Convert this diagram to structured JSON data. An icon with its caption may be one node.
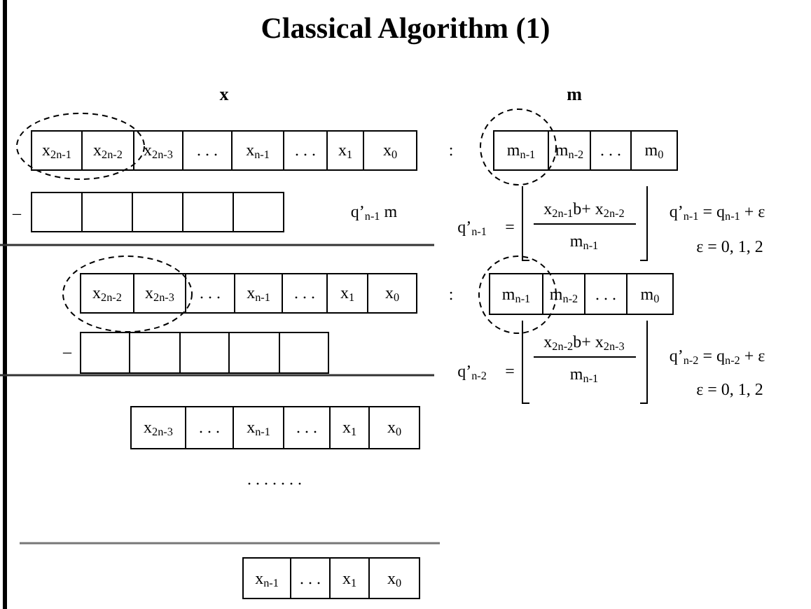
{
  "diagram": {
    "title": "Classical Algorithm (1)",
    "nodes": [
      {
        "text": [
          "x$_{2n-1}$"
        ]
      },
      {
        "text": [
          "x$_{2n-2}$"
        ]
      },
      {
        "text": [
          "x$_{2n-3}$"
        ]
      },
      {
        "text": [
          ". . ."
        ]
      },
      {
        "text": [
          "x$_{n-1}$"
        ]
      },
      {
        "text": [
          ". . ."
        ]
      },
      {
        "text": [
          "x$_{1}$"
        ]
      },
      {
        "text": [
          "x$_{0}$"
        ]
      },
      {
        "text": [
          "m$_{n-1}$"
        ]
      },
      {
        "text": [
          "m$_{n-2}$"
        ]
      },
      {
        "text": [
          ". . ."
        ]
      },
      {
        "text": [
          "m$_{0}$"
        ]
      },
      {
        "text": [],
        "shape": "box"
      },
      {
        "text": [],
        "shape": "box"
      },
      {
        "text": [],
        "shape": "box"
      },
      {
        "text": [],
        "shape": "box"
      },
      {
        "text": [],
        "shape": "box"
      },
      {
        "text": [
          "x$_{2n-2}$"
        ]
      },
      {
        "text": [
          "x$_{2n-3}$"
        ]
      },
      {
        "text": [
          ". . ."
        ]
      },
      {
        "text": [
          "x$_{n-1}$"
        ]
      },
      {
        "text": [
          ". . ."
        ]
      },
      {
        "text": [
          "x$_{1}$"
        ]
      },
      {
        "text": [
          "x$_{0}$"
        ]
      },
      {
        "text": [
          "m$_{n-1}$"
        ]
      },
      {
        "text": [
          "m$_{n-2}$"
        ]
      },
      {
        "text": [
          ". . ."
        ]
      },
      {
        "text": [
          "m$_{0}$"
        ]
      },
      {
        "text": [],
        "shape": "box"
      },
      {
        "text": [],
        "shape": "box"
      },
      {
        "text": [],
        "shape": "box"
      },
      {
        "text": [],
        "shape": "box"
      },
      {
        "text": [],
        "shape": "box"
      },
      {
        "text": [
          "x$_{2n-3}$"
        ]
      },
      {
        "text": [
          ". . ."
        ]
      },
      {
        "text": [
          "x$_{n-1}$"
        ]
      },
      {
        "text": [
          ". . ."
        ]
      },
      {
        "text": [
          "x$_{1}$"
        ]
      },
      {
        "text": [
          "x$_{0}$"
        ]
      },
      {
        "text": [
          "x$_{n-1}$"
        ]
      },
      {
        "text": [
          ". . ."
        ]
      },
      {
        "text": [
          "x$_{1}$"
        ]
      },
      {
        "text": [
          "x$_{0}$"
        ]
      }
    ],
    "edges": [],
    "labels": [
      "x",
      "m",
      ":",
      "–",
      "q’$_{n-1}$ m",
      "q’$_{n-1}$",
      "=",
      "x$_{2n-1}$b+ x$_{2n-2}$",
      "q’$_{n-1}$ = q$_{n-1}$ + ε",
      "m$_{n-1}$",
      "ε = 0, 1, 2",
      ":",
      "–",
      "q’$_{n-2}$",
      "=",
      "x$_{2n-2}$b+ x$_{2n-3}$",
      "q’$_{n-2}$ = q$_{n-2}$ + ε",
      "m$_{n-1}$",
      "ε = 0, 1, 2",
      ". . . . . . ."
    ]
  }
}
